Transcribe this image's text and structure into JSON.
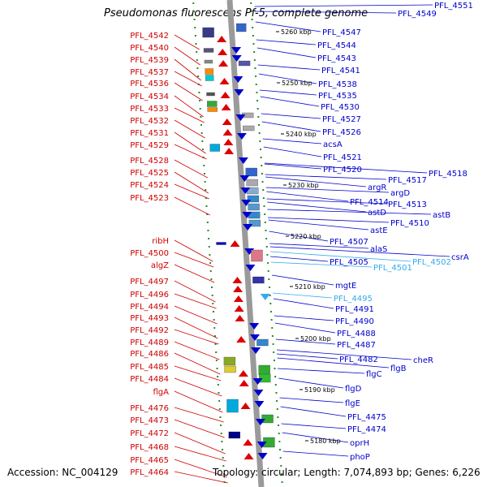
{
  "title": "Pseudomonas fluorescens Pf-5, complete genome",
  "accession": "Accession: NC_004129",
  "summary": "Topology: circular; Length: 7,074,893 bp; Genes: 6,226",
  "colors": {
    "left_labels": "#cc0000",
    "right_labels": "#0000cc",
    "rna_labels": "#33aaee",
    "backbone": "#999999"
  },
  "scale_labels": [
    "5260 kbp",
    "5250 kbp",
    "5240 kbp",
    "5230 kbp",
    "5220 kbp",
    "5210 kbp",
    "5200 kbp",
    "5190 kbp",
    "5180 kbp"
  ],
  "left_genes": [
    "PFL_4542",
    "PFL_4540",
    "PFL_4539",
    "PFL_4537",
    "PFL_4536",
    "PFL_4534",
    "PFL_4533",
    "PFL_4532",
    "PFL_4531",
    "PFL_4529",
    "PFL_4528",
    "PFL_4525",
    "PFL_4524",
    "PFL_4523",
    "ribH",
    "PFL_4500",
    "algZ",
    "PFL_4497",
    "PFL_4496",
    "PFL_4494",
    "PFL_4493",
    "PFL_4492",
    "PFL_4489",
    "PFL_4486",
    "PFL_4485",
    "PFL_4484",
    "flgA",
    "PFL_4476",
    "PFL_4473",
    "PFL_4472",
    "PFL_4468",
    "PFL_4465",
    "PFL_4464"
  ],
  "right_genes": [
    "PFL_4551",
    "PFL_4549",
    "PFL_4547",
    "PFL_4544",
    "PFL_4543",
    "PFL_4541",
    "PFL_4538",
    "PFL_4535",
    "PFL_4530",
    "PFL_4527",
    "PFL_4526",
    "acsA",
    "PFL_4521",
    "PFL_4520",
    "PFL_4518",
    "PFL_4517",
    "argR",
    "argD",
    "PFL_4514",
    "PFL_4513",
    "astD",
    "astB",
    "astE",
    "PFL_4510",
    "PFL_4507",
    "alaS",
    "csrA",
    "PFL_4505",
    "PFL_4502",
    "PFL_4501",
    "mgtE",
    "PFL_4495",
    "PFL_4491",
    "PFL_4490",
    "PFL_4488",
    "PFL_4487",
    "cheR",
    "PFL_4482",
    "flgB",
    "flgC",
    "flgD",
    "flgE",
    "PFL_4475",
    "PFL_4474",
    "oprH",
    "phoP"
  ],
  "rna_genes": [
    "PFL_4502",
    "PFL_4501",
    "PFL_4495"
  ]
}
